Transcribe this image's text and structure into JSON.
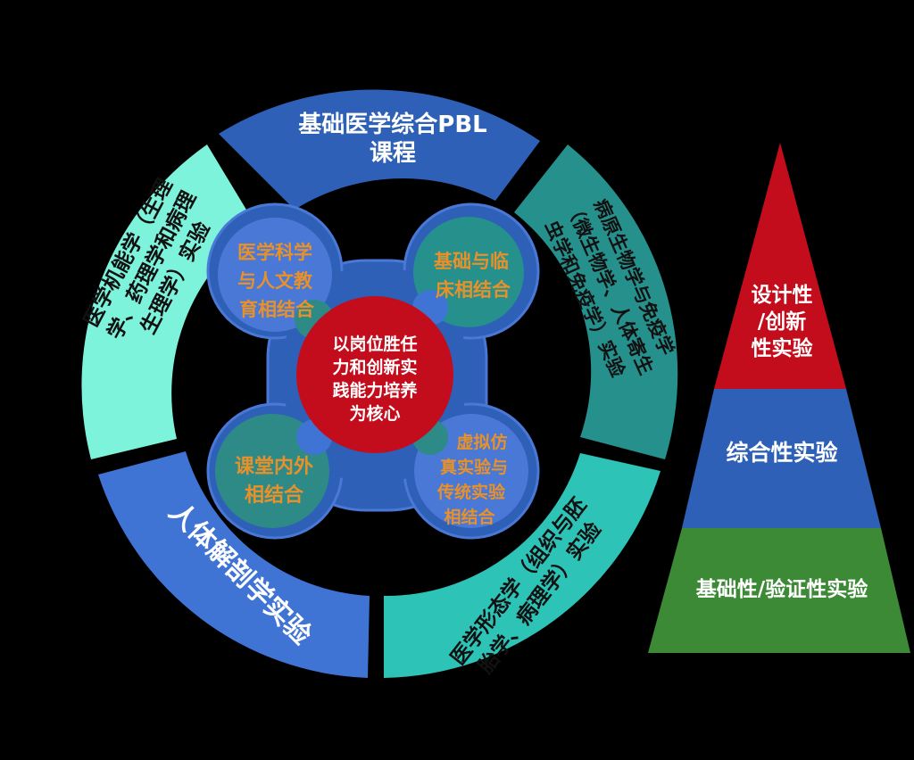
{
  "colors": {
    "background": "#000000",
    "blue": "#2d60b6",
    "light_blue": "#3f74d4",
    "aqua": "#7ef3db",
    "teal": "#25908c",
    "turquoise": "#2ec3b7",
    "red": "#c30d1c",
    "green": "#3c8a36",
    "orange_text": "#e8912a"
  },
  "ring": {
    "top": {
      "line1": "基础医学综合PBL",
      "line2": "课程"
    },
    "left": {
      "line1": "医学机能学（生理",
      "line2": "学、药理学和病理",
      "line3": "生理学）实验"
    },
    "right": {
      "line1": "病原生物学与免疫学",
      "line2": "（微生物学、人体寄生",
      "line3": "虫学和免疫学）实验"
    },
    "bottom_left": {
      "text": "人体解剖学实验"
    },
    "bottom_right": {
      "line1": "医学形态学（组织与胚",
      "line2": "胎学、病理学）实验"
    }
  },
  "center": {
    "line1": "以岗位胜任",
    "line2": "力和创新实",
    "line3": "践能力培养",
    "line4": "为核心"
  },
  "petals": {
    "top_left": {
      "line1": "医学科学",
      "line2": "与人文教",
      "line3": "育相结合"
    },
    "top_right": {
      "line1": "基础与临",
      "line2": "床相结合"
    },
    "bottom_left": {
      "line1": "课堂内外",
      "line2": "相结合"
    },
    "bottom_right": {
      "line1": "虚拟仿",
      "line2": "真实验与",
      "line3": "传统实验",
      "line4": "相结合"
    }
  },
  "pyramid": {
    "top": {
      "line1": "设计性",
      "line2": "/创新",
      "line3": "性实验"
    },
    "middle": {
      "text": "综合性实验"
    },
    "bottom": {
      "text": "基础性/验证性实验"
    }
  }
}
